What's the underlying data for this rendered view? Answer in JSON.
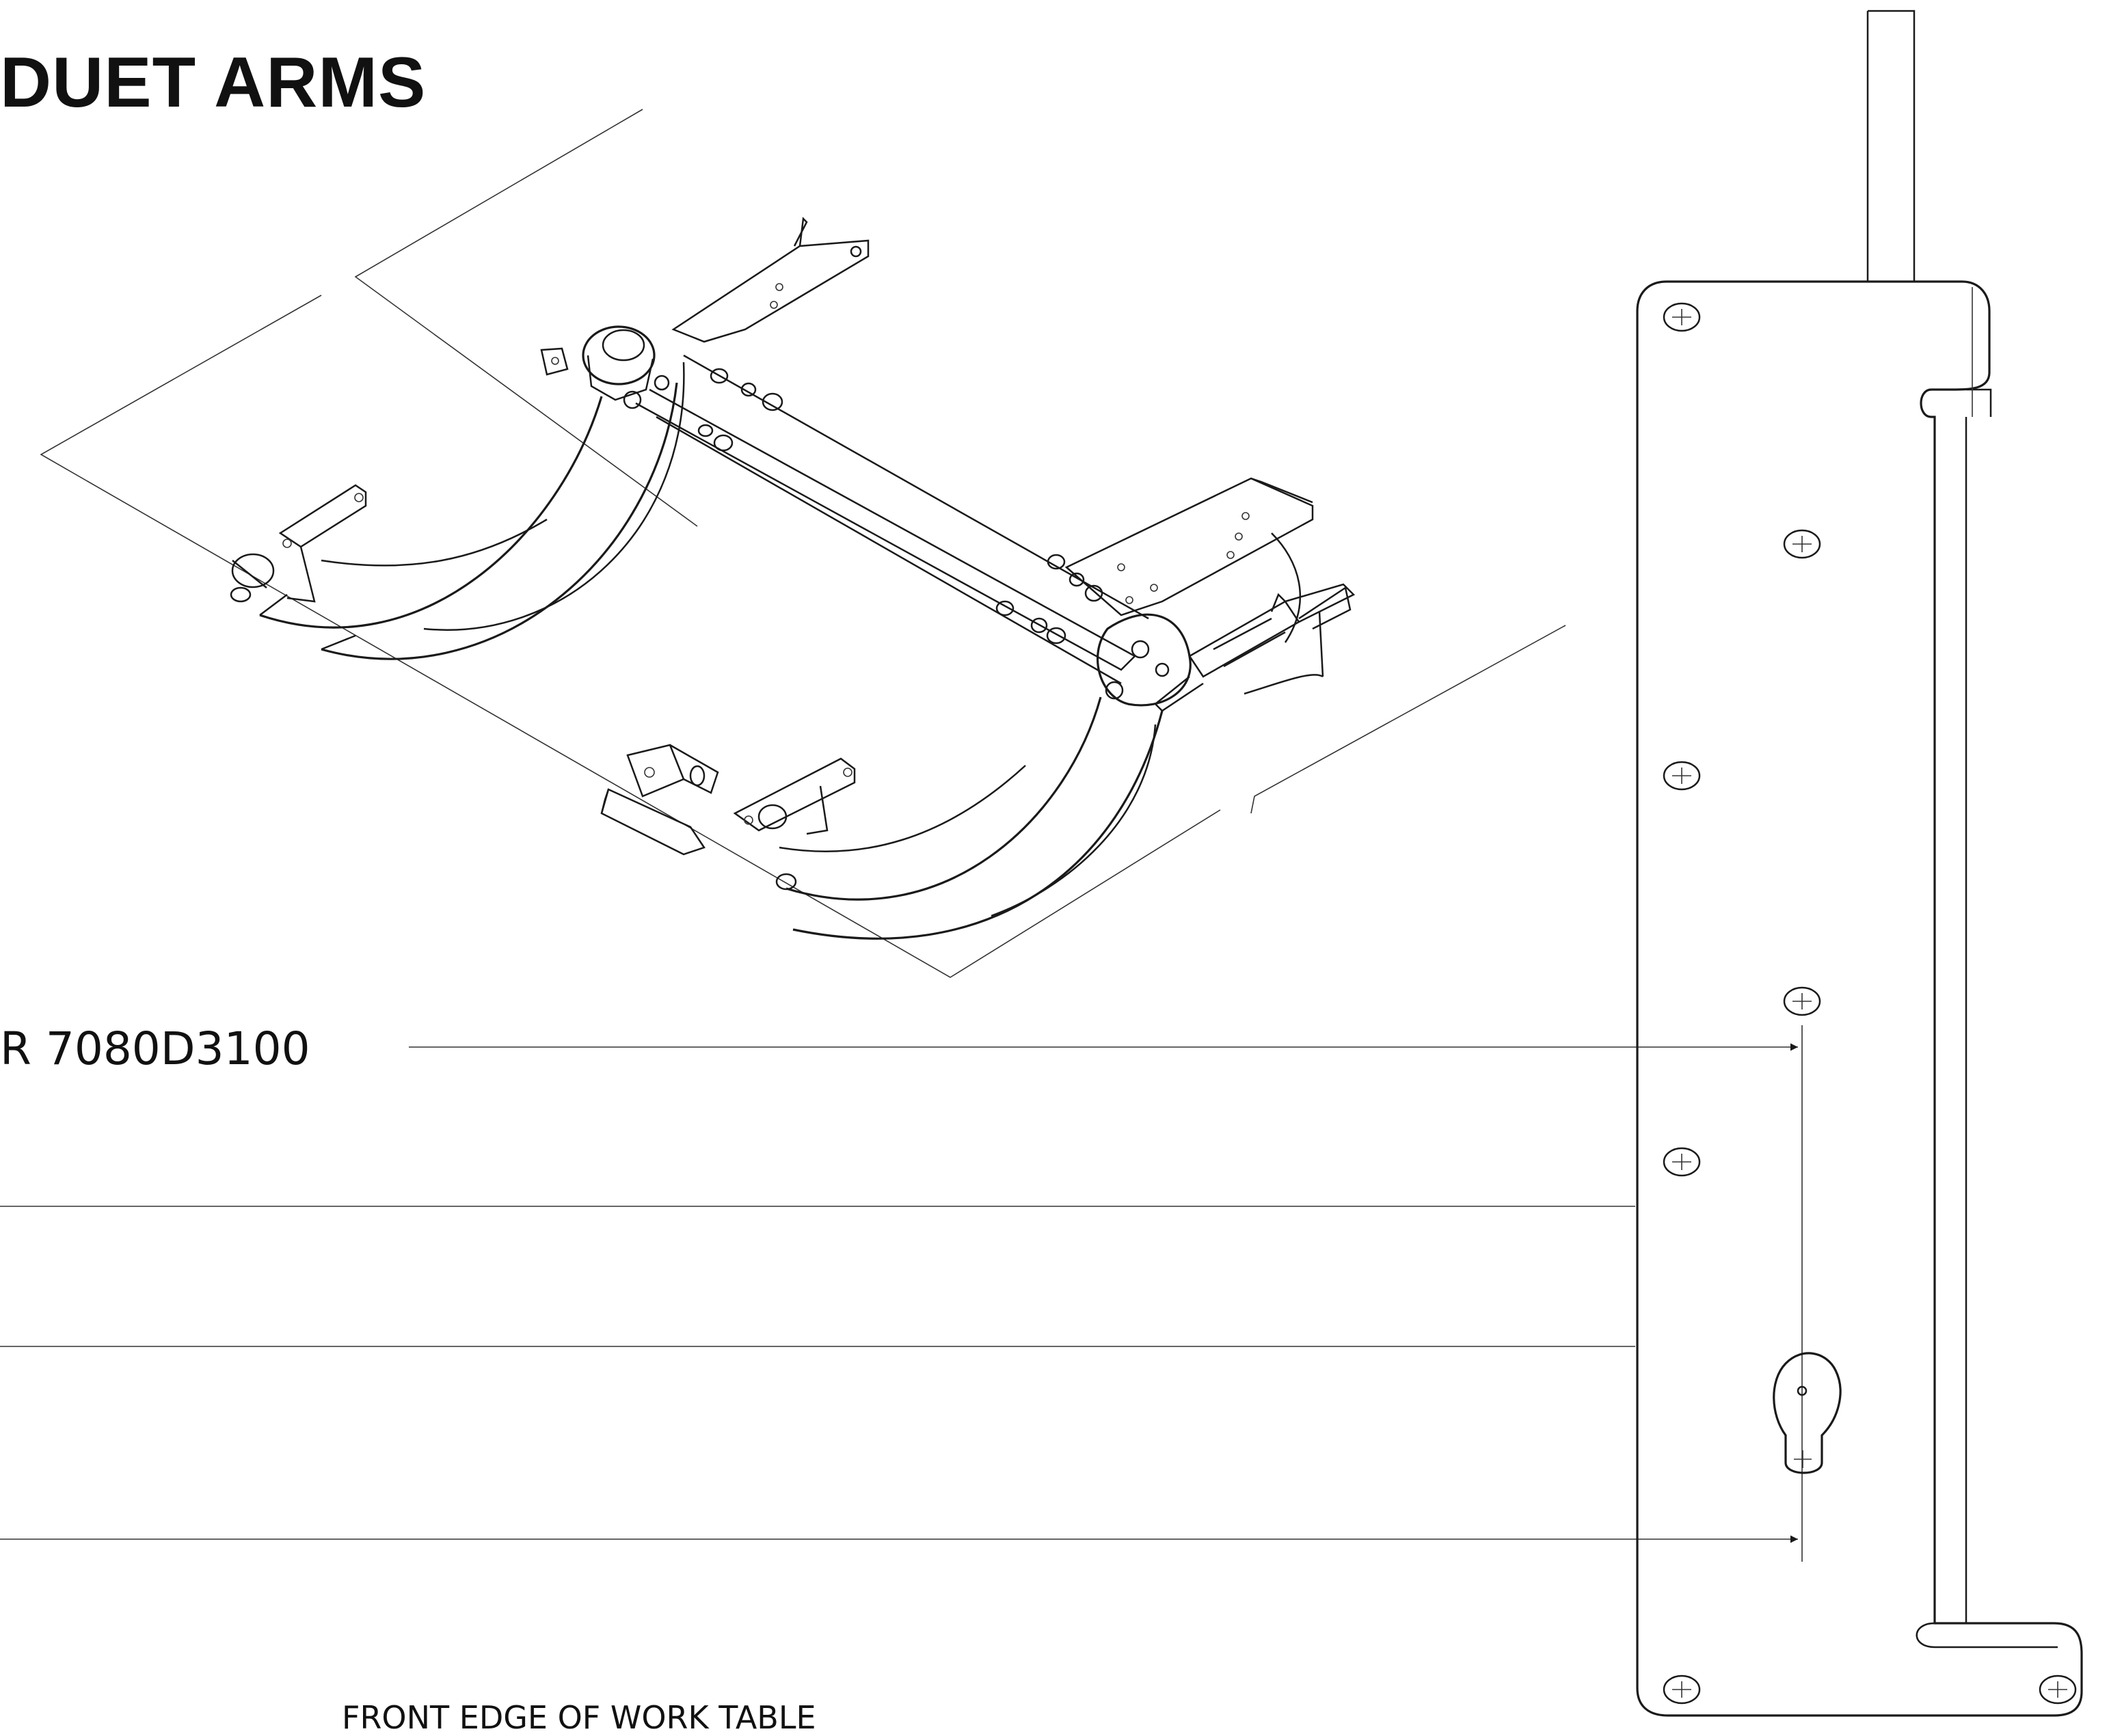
{
  "diagram": {
    "title": "DUET ARMS",
    "part_label": "R 7080D3100",
    "edge_label": "FRONT EDGE OF WORK TABLE"
  }
}
